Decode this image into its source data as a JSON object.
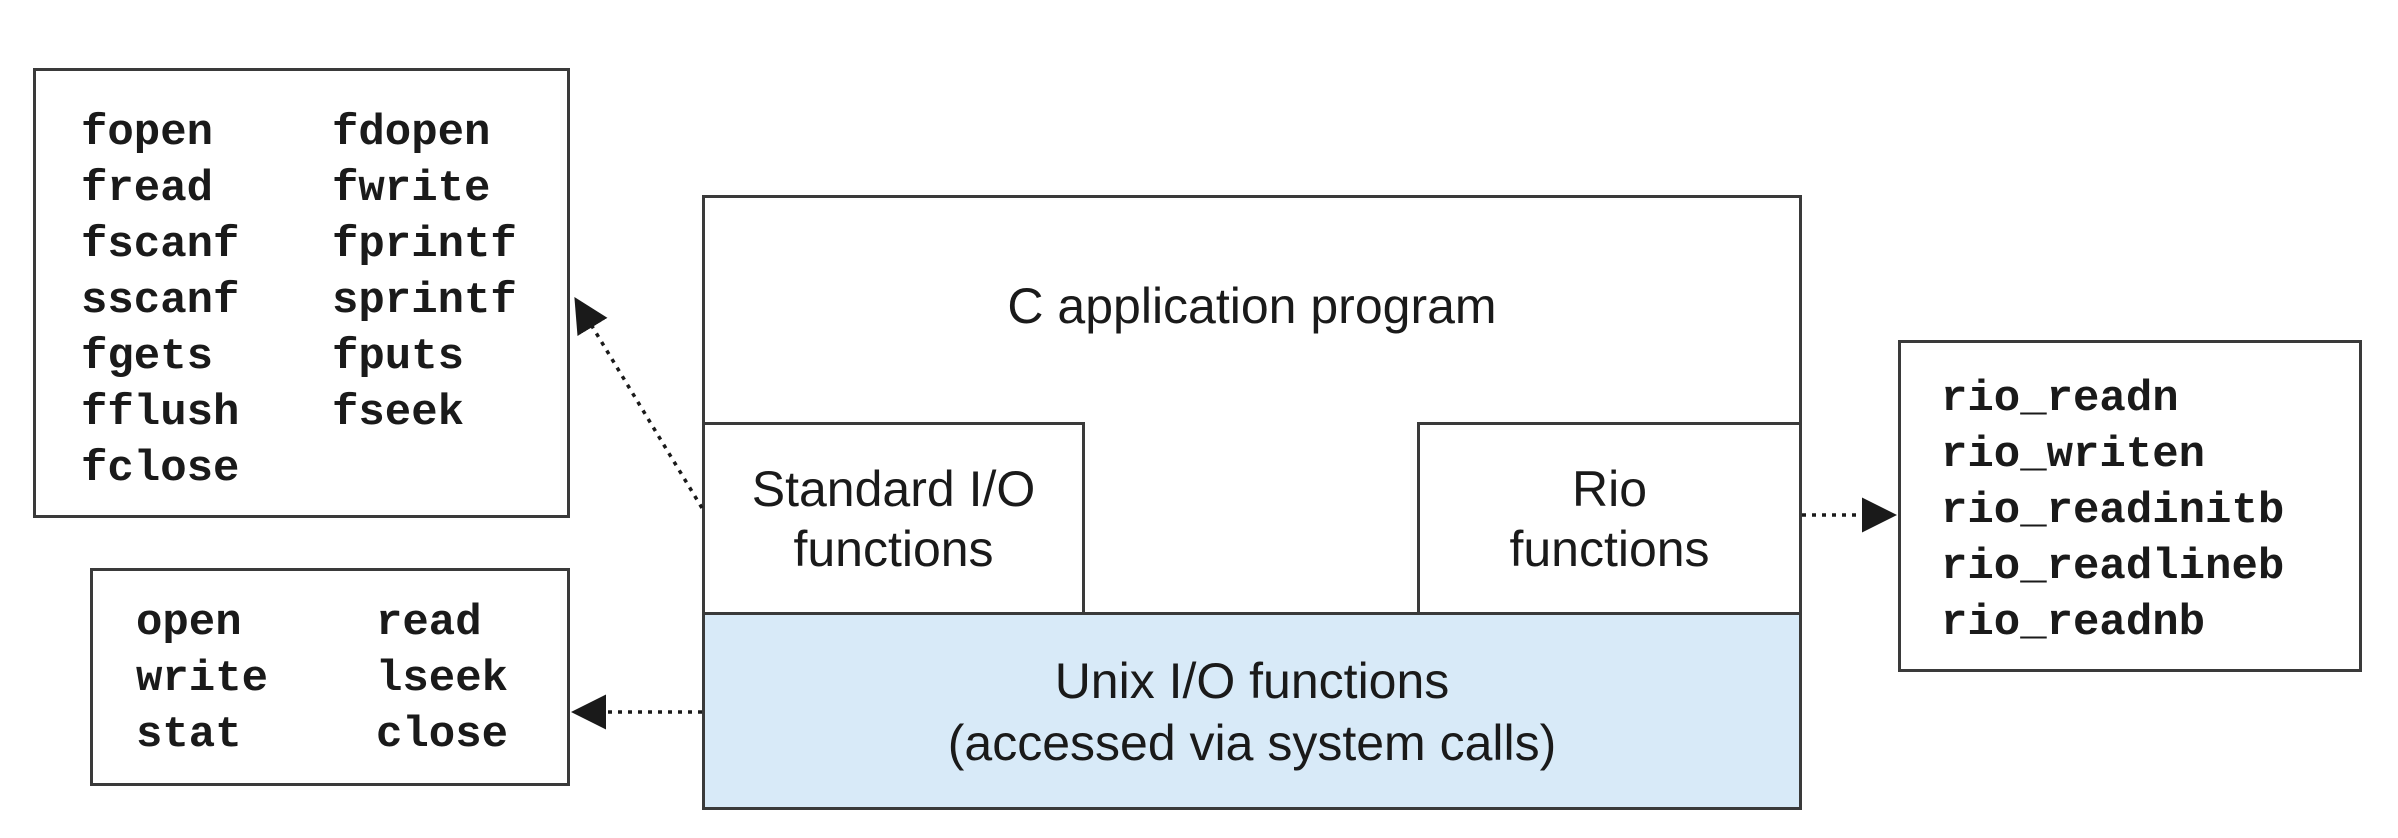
{
  "diagram": {
    "app_program_label": "C application program",
    "stdio_label_line1": "Standard I/O",
    "stdio_label_line2": "functions",
    "rio_label_line1": "Rio",
    "rio_label_line2": "functions",
    "unix_label_line1": "Unix I/O functions",
    "unix_label_line2": "(accessed via system calls)",
    "unix_fill_color": "#d8eaf8",
    "border_color": "#3a3a3a"
  },
  "stdio_functions": {
    "col1": [
      "fopen",
      "fread",
      "fscanf",
      "sscanf",
      "fgets",
      "fflush",
      "fclose"
    ],
    "col2": [
      "fdopen",
      "fwrite",
      "fprintf",
      "sprintf",
      "fputs",
      "fseek"
    ]
  },
  "unix_functions": {
    "col1": [
      "open",
      "write",
      "stat"
    ],
    "col2": [
      "read",
      "lseek",
      "close"
    ]
  },
  "rio_functions": [
    "rio_readn",
    "rio_writen",
    "rio_readinitb",
    "rio_readlineb",
    "rio_readnb"
  ]
}
